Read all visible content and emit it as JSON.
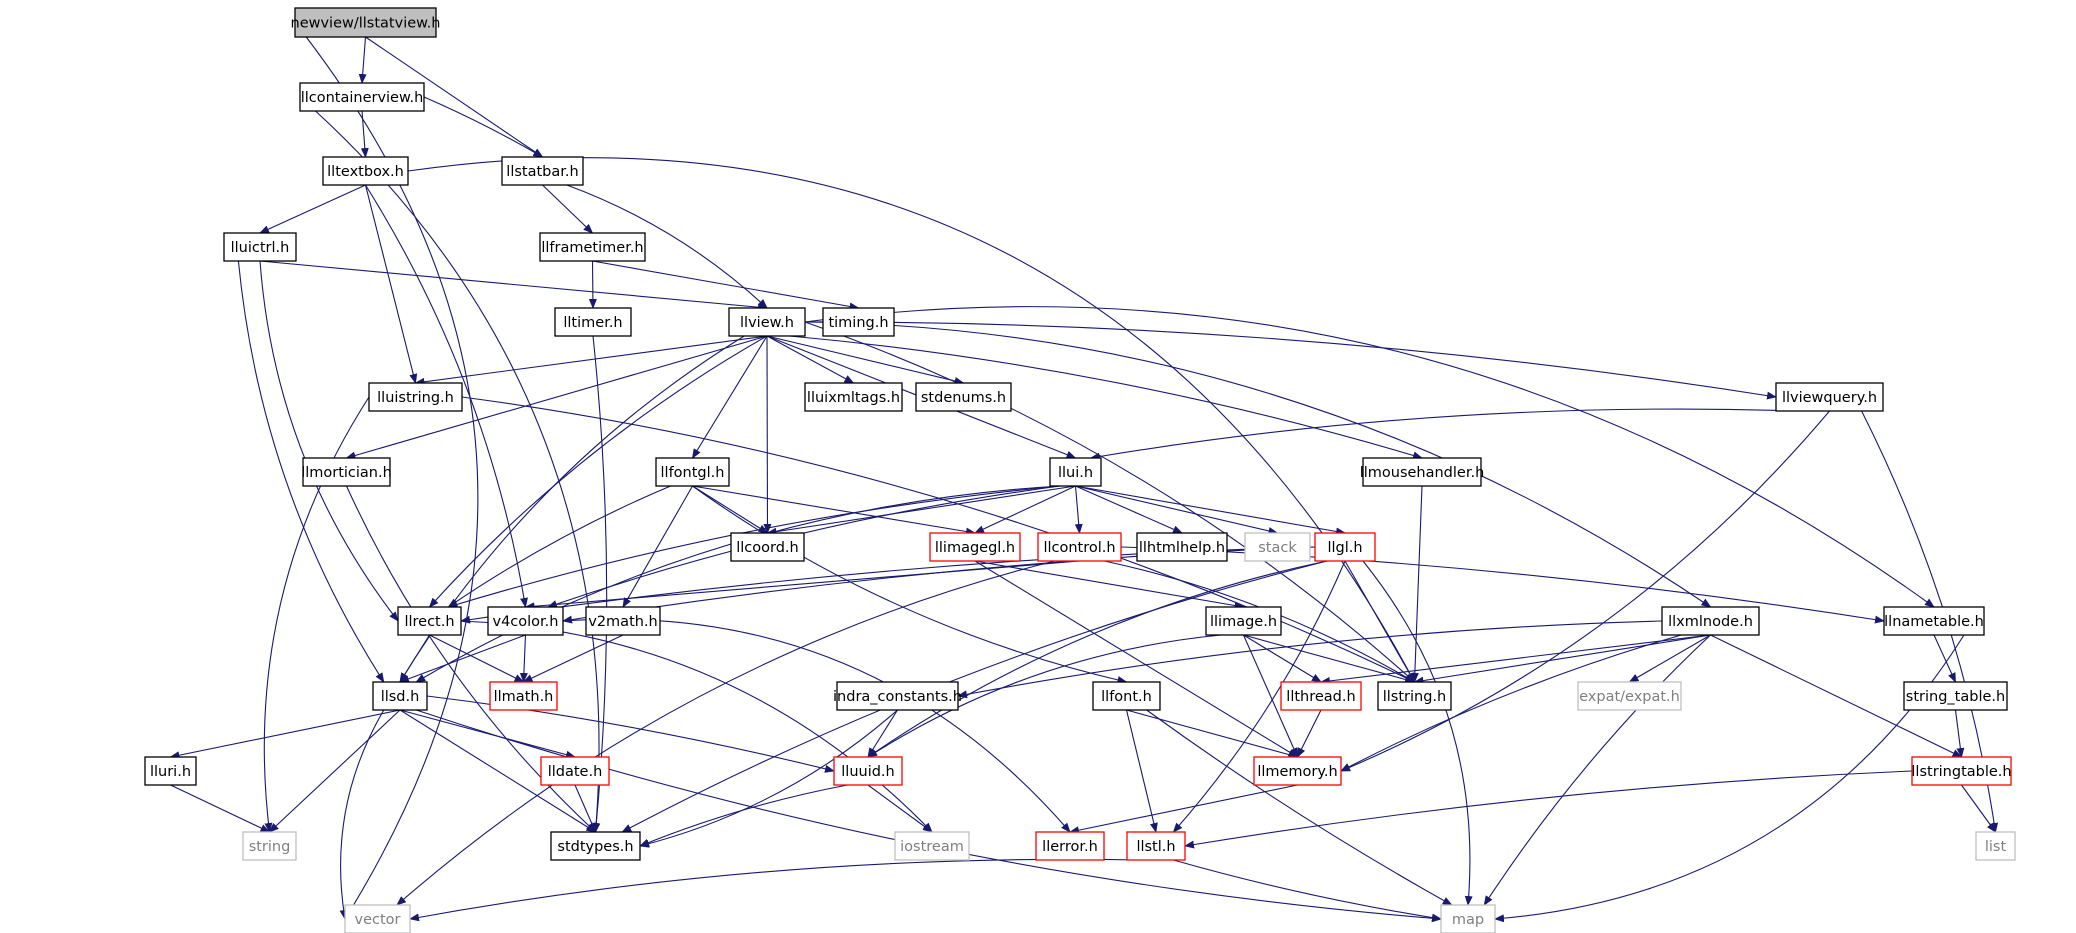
{
  "colors": {
    "edge": "#191970",
    "root_fill": "#bfbfbf",
    "node_stroke": "#000000",
    "truncated_stroke": "#ff0000",
    "system_stroke": "#bfbfbf",
    "system_text": "#808080",
    "text": "#000000"
  },
  "nodes": [
    {
      "id": "root",
      "label": "newview/llstatview.h",
      "kind": "root"
    },
    {
      "id": "llcontainerview",
      "label": "llcontainerview.h",
      "kind": "normal"
    },
    {
      "id": "lltextbox",
      "label": "lltextbox.h",
      "kind": "normal"
    },
    {
      "id": "llstatbar",
      "label": "llstatbar.h",
      "kind": "normal"
    },
    {
      "id": "lluictrl",
      "label": "lluictrl.h",
      "kind": "normal"
    },
    {
      "id": "llframetimer",
      "label": "llframetimer.h",
      "kind": "normal"
    },
    {
      "id": "lltimer",
      "label": "lltimer.h",
      "kind": "normal"
    },
    {
      "id": "llview",
      "label": "llview.h",
      "kind": "normal"
    },
    {
      "id": "timing",
      "label": "timing.h",
      "kind": "normal"
    },
    {
      "id": "lluistring",
      "label": "lluistring.h",
      "kind": "normal"
    },
    {
      "id": "lluixmltags",
      "label": "lluixmltags.h",
      "kind": "normal"
    },
    {
      "id": "stdenums",
      "label": "stdenums.h",
      "kind": "normal"
    },
    {
      "id": "llviewquery",
      "label": "llviewquery.h",
      "kind": "normal"
    },
    {
      "id": "llmortician",
      "label": "llmortician.h",
      "kind": "normal"
    },
    {
      "id": "llfontgl",
      "label": "llfontgl.h",
      "kind": "normal"
    },
    {
      "id": "llui",
      "label": "llui.h",
      "kind": "normal"
    },
    {
      "id": "llmousehandler",
      "label": "llmousehandler.h",
      "kind": "normal"
    },
    {
      "id": "llcoord",
      "label": "llcoord.h",
      "kind": "normal"
    },
    {
      "id": "llimagegl",
      "label": "llimagegl.h",
      "kind": "truncated"
    },
    {
      "id": "llcontrol",
      "label": "llcontrol.h",
      "kind": "truncated"
    },
    {
      "id": "llhtmlhelp",
      "label": "llhtmlhelp.h",
      "kind": "normal"
    },
    {
      "id": "stack",
      "label": "stack",
      "kind": "system"
    },
    {
      "id": "llgl",
      "label": "llgl.h",
      "kind": "truncated"
    },
    {
      "id": "llrect",
      "label": "llrect.h",
      "kind": "normal"
    },
    {
      "id": "v4color",
      "label": "v4color.h",
      "kind": "normal"
    },
    {
      "id": "v2math",
      "label": "v2math.h",
      "kind": "normal"
    },
    {
      "id": "llimage",
      "label": "llimage.h",
      "kind": "normal"
    },
    {
      "id": "llxmlnode",
      "label": "llxmlnode.h",
      "kind": "normal"
    },
    {
      "id": "llnametable",
      "label": "llnametable.h",
      "kind": "normal"
    },
    {
      "id": "llsd",
      "label": "llsd.h",
      "kind": "normal"
    },
    {
      "id": "llmath",
      "label": "llmath.h",
      "kind": "truncated"
    },
    {
      "id": "indra_constants",
      "label": "indra_constants.h",
      "kind": "normal"
    },
    {
      "id": "llfont",
      "label": "llfont.h",
      "kind": "normal"
    },
    {
      "id": "llthread",
      "label": "llthread.h",
      "kind": "truncated"
    },
    {
      "id": "llstring",
      "label": "llstring.h",
      "kind": "normal"
    },
    {
      "id": "expat",
      "label": "expat/expat.h",
      "kind": "system"
    },
    {
      "id": "string_table",
      "label": "string_table.h",
      "kind": "normal"
    },
    {
      "id": "lluri",
      "label": "lluri.h",
      "kind": "normal"
    },
    {
      "id": "lldate",
      "label": "lldate.h",
      "kind": "truncated"
    },
    {
      "id": "lluuid",
      "label": "lluuid.h",
      "kind": "truncated"
    },
    {
      "id": "llmemory",
      "label": "llmemory.h",
      "kind": "truncated"
    },
    {
      "id": "llstringtable",
      "label": "llstringtable.h",
      "kind": "truncated"
    },
    {
      "id": "string",
      "label": "string",
      "kind": "system"
    },
    {
      "id": "stdtypes",
      "label": "stdtypes.h",
      "kind": "normal"
    },
    {
      "id": "iostream",
      "label": "iostream",
      "kind": "system"
    },
    {
      "id": "llerror",
      "label": "llerror.h",
      "kind": "truncated"
    },
    {
      "id": "llstl",
      "label": "llstl.h",
      "kind": "truncated"
    },
    {
      "id": "list",
      "label": "list",
      "kind": "system"
    },
    {
      "id": "vector",
      "label": "vector",
      "kind": "system"
    },
    {
      "id": "map",
      "label": "map",
      "kind": "system"
    }
  ],
  "edges": [
    [
      "root",
      "llcontainerview"
    ],
    [
      "root",
      "llstatbar"
    ],
    [
      "root",
      "vector"
    ],
    [
      "llcontainerview",
      "lltextbox"
    ],
    [
      "llcontainerview",
      "llstatbar"
    ],
    [
      "llcontainerview",
      "stdtypes"
    ],
    [
      "lltextbox",
      "lluictrl"
    ],
    [
      "lltextbox",
      "lluistring"
    ],
    [
      "lltextbox",
      "v4color"
    ],
    [
      "lltextbox",
      "llstring"
    ],
    [
      "llstatbar",
      "llframetimer"
    ],
    [
      "llstatbar",
      "llview"
    ],
    [
      "lluictrl",
      "llview"
    ],
    [
      "lluictrl",
      "llrect"
    ],
    [
      "lluictrl",
      "llsd"
    ],
    [
      "llframetimer",
      "lltimer"
    ],
    [
      "llframetimer",
      "timing"
    ],
    [
      "lltimer",
      "stdtypes"
    ],
    [
      "llview",
      "lluistring"
    ],
    [
      "llview",
      "lluixmltags"
    ],
    [
      "llview",
      "stdenums"
    ],
    [
      "llview",
      "llviewquery"
    ],
    [
      "llview",
      "llmortician"
    ],
    [
      "llview",
      "llfontgl"
    ],
    [
      "llview",
      "llui"
    ],
    [
      "llview",
      "llmousehandler"
    ],
    [
      "llview",
      "llcoord"
    ],
    [
      "llview",
      "llrect"
    ],
    [
      "llview",
      "llsd"
    ],
    [
      "llview",
      "llxmlnode"
    ],
    [
      "llview",
      "llnametable"
    ],
    [
      "llview",
      "llstring"
    ],
    [
      "lluistring",
      "llstring"
    ],
    [
      "lluistring",
      "string"
    ],
    [
      "llviewquery",
      "llui"
    ],
    [
      "llviewquery",
      "llmemory"
    ],
    [
      "llviewquery",
      "list"
    ],
    [
      "llmortician",
      "stdtypes"
    ],
    [
      "llfontgl",
      "llcoord"
    ],
    [
      "llfontgl",
      "llimagegl"
    ],
    [
      "llfontgl",
      "llrect"
    ],
    [
      "llfontgl",
      "v2math"
    ],
    [
      "llfontgl",
      "llfont"
    ],
    [
      "llui",
      "llcoord"
    ],
    [
      "llui",
      "llimagegl"
    ],
    [
      "llui",
      "llcontrol"
    ],
    [
      "llui",
      "llhtmlhelp"
    ],
    [
      "llui",
      "stack"
    ],
    [
      "llui",
      "llgl"
    ],
    [
      "llui",
      "llrect"
    ],
    [
      "llui",
      "v4color"
    ],
    [
      "llui",
      "llsd"
    ],
    [
      "llmousehandler",
      "llstring"
    ],
    [
      "llimagegl",
      "llimage"
    ],
    [
      "llimagegl",
      "llmemory"
    ],
    [
      "llcontrol",
      "llstring"
    ],
    [
      "llcontrol",
      "llnametable"
    ],
    [
      "llcontrol",
      "v4color"
    ],
    [
      "llcontrol",
      "vector"
    ],
    [
      "llgl",
      "llstring"
    ],
    [
      "llgl",
      "v4color"
    ],
    [
      "llgl",
      "llrect"
    ],
    [
      "llgl",
      "stdtypes"
    ],
    [
      "llgl",
      "lluuid"
    ],
    [
      "llgl",
      "llstl"
    ],
    [
      "llgl",
      "map"
    ],
    [
      "llrect",
      "llmath"
    ],
    [
      "llrect",
      "llsd"
    ],
    [
      "llrect",
      "iostream"
    ],
    [
      "v4color",
      "llmath"
    ],
    [
      "v4color",
      "llerror"
    ],
    [
      "v4color",
      "llsd"
    ],
    [
      "v2math",
      "llmath"
    ],
    [
      "llimage",
      "llthread"
    ],
    [
      "llimage",
      "llmemory"
    ],
    [
      "llimage",
      "llstring"
    ],
    [
      "llimage",
      "lluuid"
    ],
    [
      "llxmlnode",
      "indra_constants"
    ],
    [
      "llxmlnode",
      "llthread"
    ],
    [
      "llxmlnode",
      "llstring"
    ],
    [
      "llxmlnode",
      "expat"
    ],
    [
      "llxmlnode",
      "llstringtable"
    ],
    [
      "llxmlnode",
      "llmemory"
    ],
    [
      "llxmlnode",
      "map"
    ],
    [
      "llnametable",
      "string_table"
    ],
    [
      "llnametable",
      "map"
    ],
    [
      "llsd",
      "lluri"
    ],
    [
      "llsd",
      "lldate"
    ],
    [
      "llsd",
      "lluuid"
    ],
    [
      "llsd",
      "string"
    ],
    [
      "llsd",
      "stdtypes"
    ],
    [
      "llsd",
      "map"
    ],
    [
      "llsd",
      "vector"
    ],
    [
      "indra_constants",
      "lluuid"
    ],
    [
      "indra_constants",
      "stdtypes"
    ],
    [
      "llfont",
      "llmemory"
    ],
    [
      "llfont",
      "llstl"
    ],
    [
      "llfont",
      "map"
    ],
    [
      "llthread",
      "llmemory"
    ],
    [
      "string_table",
      "llstringtable"
    ],
    [
      "lluri",
      "string"
    ],
    [
      "lldate",
      "stdtypes"
    ],
    [
      "lluuid",
      "stdtypes"
    ],
    [
      "lluuid",
      "iostream"
    ],
    [
      "llmemory",
      "llerror"
    ],
    [
      "llstringtable",
      "llstl"
    ],
    [
      "llstringtable",
      "list"
    ],
    [
      "llstl",
      "map"
    ],
    [
      "llstl",
      "vector"
    ]
  ]
}
